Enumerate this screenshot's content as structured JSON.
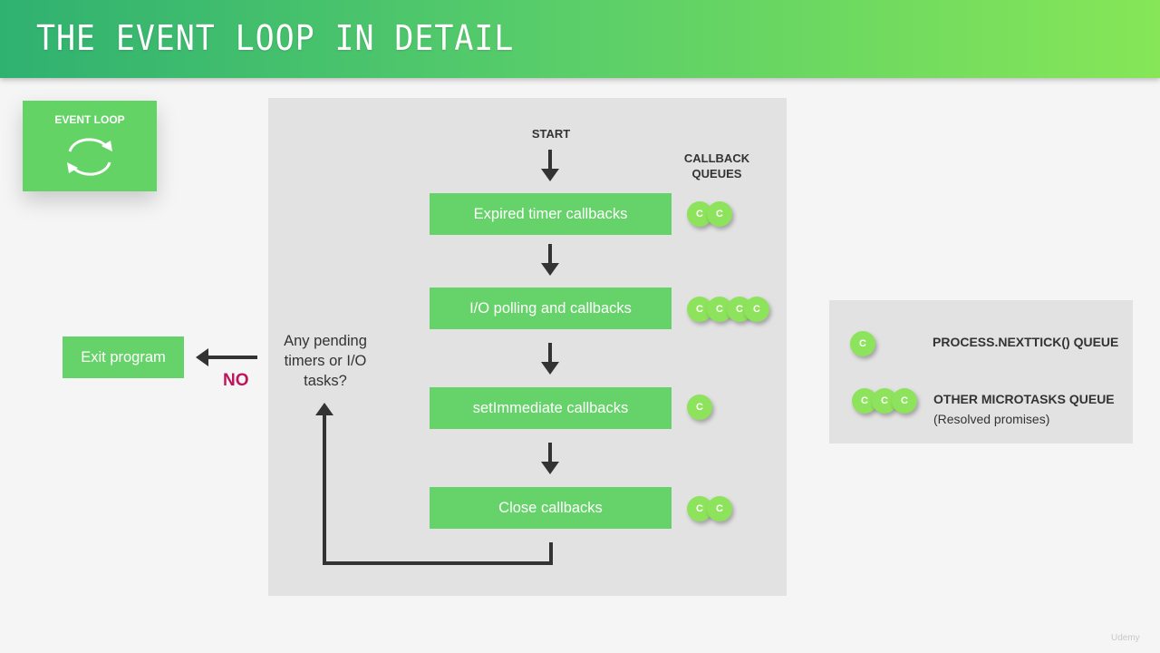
{
  "header": {
    "title": "THE EVENT LOOP IN DETAIL"
  },
  "event_loop_card": {
    "label": "EVENT LOOP",
    "icon": "refresh-cycle-icon"
  },
  "flow": {
    "start": "START",
    "queues_label_line1": "CALLBACK",
    "queues_label_line2": "QUEUES",
    "steps": [
      {
        "label": "Expired timer callbacks",
        "queue_count": 2
      },
      {
        "label": "I/O polling and callbacks",
        "queue_count": 4
      },
      {
        "label": "setImmediate callbacks",
        "queue_count": 1
      },
      {
        "label": "Close callbacks",
        "queue_count": 2
      }
    ],
    "callback_letter": "C",
    "question_line1": "Any pending",
    "question_line2": "timers or I/O",
    "question_line3": "tasks?",
    "no_label": "NO",
    "exit_label": "Exit program"
  },
  "legend": {
    "nexttick_label": "PROCESS.NEXTTICK() QUEUE",
    "nexttick_count": 1,
    "microtasks_label": "OTHER MICROTASKS QUEUE",
    "microtasks_sub": "(Resolved promises)",
    "microtasks_count": 3
  },
  "watermark": "Udemy",
  "colors": {
    "accent_green": "#66d36a",
    "callback_green": "#8ee35c",
    "no_red": "#c0135d",
    "arrow_dark": "#333333"
  }
}
